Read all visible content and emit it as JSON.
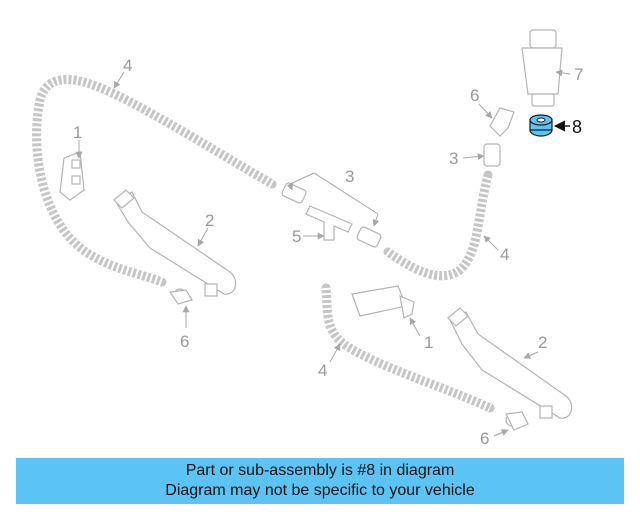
{
  "callouts": {
    "c1a": "1",
    "c1b": "1",
    "c2a": "2",
    "c2b": "2",
    "c3a": "3",
    "c3b": "3",
    "c4a": "4",
    "c4b": "4",
    "c4c": "4",
    "c5": "5",
    "c6a": "6",
    "c6b": "6",
    "c6c": "6",
    "c7": "7",
    "c8": "8"
  },
  "colors": {
    "highlight": "#5bc4f4",
    "banner": "#5bc4f4",
    "line": "#b4b4b4"
  },
  "banner": {
    "line1": "Part or sub-assembly is #8 in diagram",
    "line2": "Diagram may not be specific to your vehicle"
  }
}
